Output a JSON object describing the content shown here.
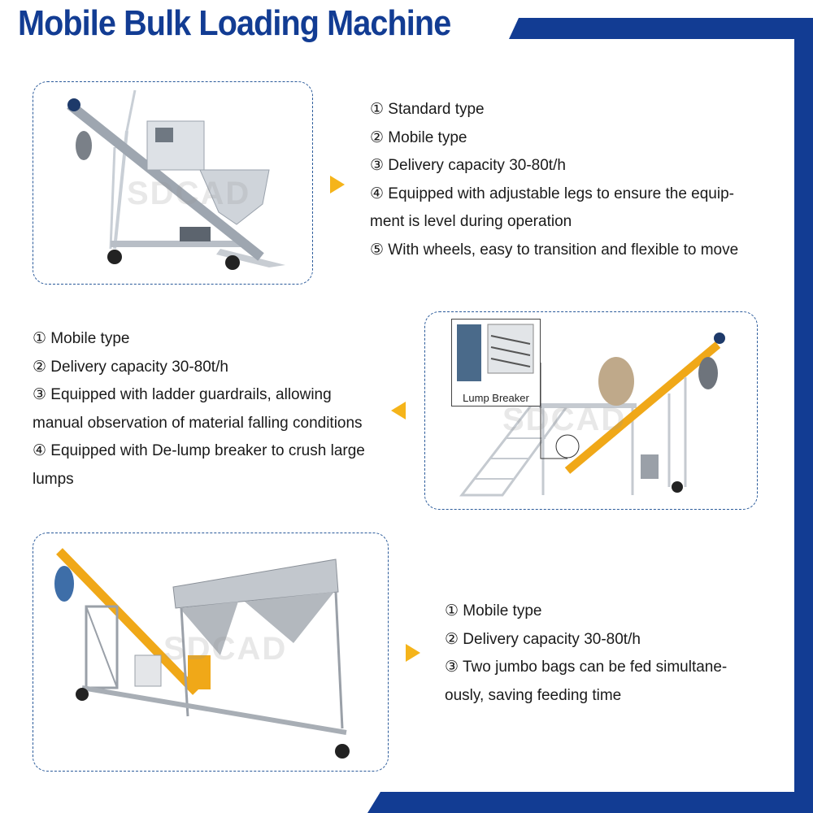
{
  "title": "Mobile Bulk Loading Machine",
  "watermark": "SDCAD",
  "colors": {
    "brand_blue": "#123c93",
    "accent_yellow": "#f5b41a",
    "auger_orange": "#f0a818"
  },
  "sections": [
    {
      "image_alt": "mobile bulk loading machine with hopper and wheels",
      "arrow": "right",
      "features": [
        "① Standard type",
        "② Mobile type",
        "③ Delivery capacity 30-80t/h",
        "④ Equipped with adjustable legs to ensure the equip-",
        "ment is level during operation",
        "⑤ With wheels, easy to transition and flexible to move"
      ]
    },
    {
      "image_alt": "mobile loading machine with ladder platform and lump breaker",
      "inset_label": "Lump Breaker",
      "arrow": "left",
      "features": [
        "① Mobile type",
        "② Delivery capacity 30-80t/h",
        "③ Equipped with ladder guardrails, allowing",
        "manual observation of material falling conditions",
        "④ Equipped with De-lump breaker  to crush large",
        "lumps"
      ]
    },
    {
      "image_alt": "double hopper mobile loading machine for two jumbo bags",
      "arrow": "right",
      "features": [
        "① Mobile type",
        "②  Delivery capacity 30-80t/h",
        "③  Two jumbo bags can be fed simultane-",
        "ously, saving feeding time"
      ]
    }
  ]
}
